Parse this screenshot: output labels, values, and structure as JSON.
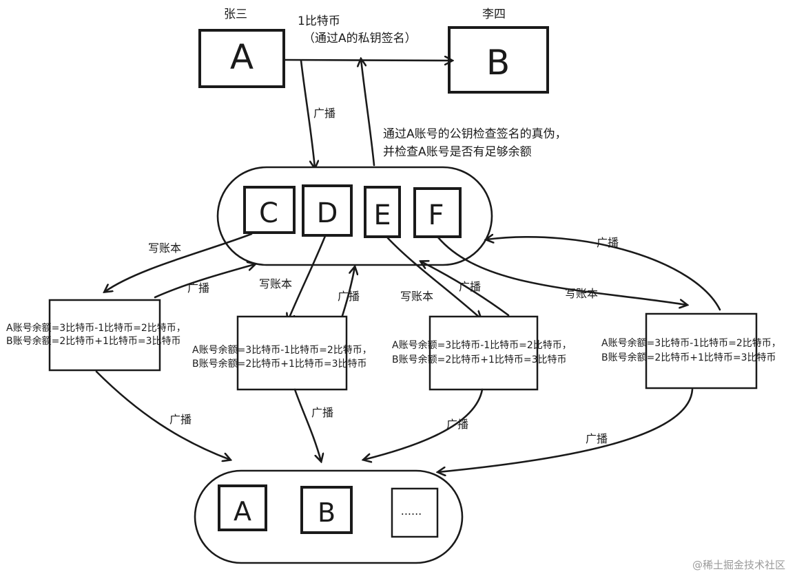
{
  "sender": {
    "name": "张三",
    "letter": "A"
  },
  "receiver": {
    "name": "李四",
    "letter": "B"
  },
  "transfer": {
    "line1": "1比特币",
    "line2": "（通过A的私钥签名）"
  },
  "broadcast_label": "广播",
  "verify": {
    "line1": "通过A账号的公钥检查签名的真伪，",
    "line2": "并检查A账号是否有足够余额"
  },
  "nodes": [
    "C",
    "D",
    "E",
    "F"
  ],
  "write_ledger_label": "写账本",
  "ledger": {
    "line1": "A账号余额=3比特币-1比特币=2比特币，",
    "line2": "B账号余额=2比特币+1比特币=3比特币"
  },
  "accounts": [
    "A",
    "B",
    "......"
  ],
  "watermark": "@稀土掘金技术社区"
}
